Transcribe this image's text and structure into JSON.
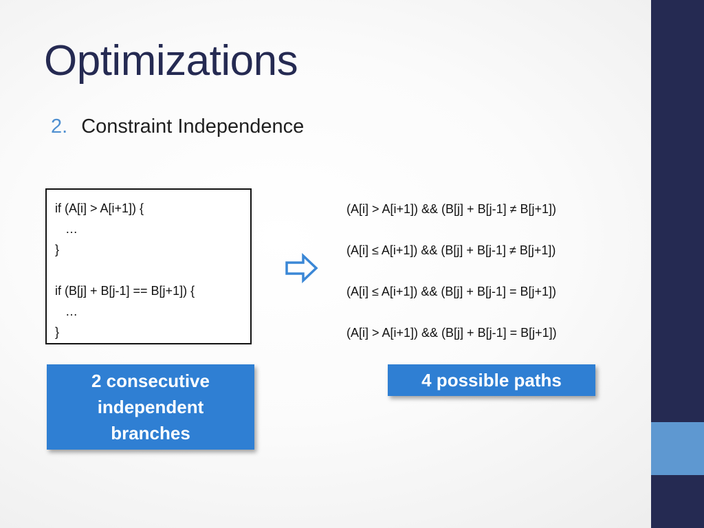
{
  "slide": {
    "title": "Optimizations",
    "list_item": {
      "number": "2.",
      "text": "Constraint Independence"
    }
  },
  "code_box": {
    "lines": [
      "if (A[i] > A[i+1]) {",
      "   …",
      "}",
      "",
      "if (B[j] + B[j-1] == B[j+1]) {",
      "   …",
      "}"
    ]
  },
  "paths": [
    "(A[i] > A[i+1]) && (B[j] + B[j-1] ≠ B[j+1])",
    "(A[i] ≤ A[i+1]) && (B[j] + B[j-1] ≠ B[j+1])",
    "(A[i] ≤ A[i+1]) && (B[j] + B[j-1] = B[j+1])",
    "(A[i] > A[i+1]) && (B[j] + B[j-1] = B[j+1])"
  ],
  "callouts": {
    "left_lines": [
      "2 consecutive",
      "independent",
      "branches"
    ],
    "right": "4 possible paths"
  },
  "icons": {
    "arrow": "right-arrow-icon"
  },
  "colors": {
    "sidebar": "#252a52",
    "sidebar_accent": "#5e98d1",
    "title": "#252a52",
    "list_number": "#4f8fd0",
    "callout": "#2f7fd3",
    "arrow": "#3a87d6"
  }
}
